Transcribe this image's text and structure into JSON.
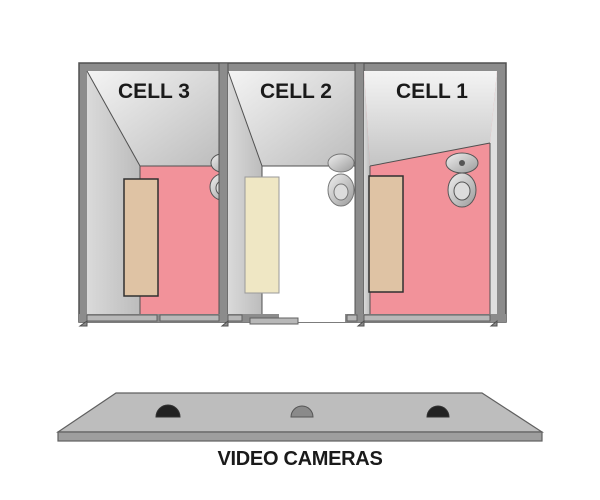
{
  "cells": [
    {
      "label": "CELL 3",
      "floor_color": "#f2929a",
      "bench_color": "#dfc3a4",
      "occupied": true
    },
    {
      "label": "CELL 2",
      "floor_color": "#ffffff",
      "bench_color": "#efe7c4",
      "occupied": false
    },
    {
      "label": "CELL 1",
      "floor_color": "#f2929a",
      "bench_color": "#dfc3a4",
      "occupied": true
    }
  ],
  "caption": "VIDEO CAMERAS",
  "colors": {
    "wall": "#8c8c8c",
    "frame_outline": "#505050",
    "ceiling_light": "#f2f2f2",
    "ceiling_dark": "#bfbfbf",
    "camera_active": "#222222",
    "camera_inactive": "#8a8a8a",
    "camera_bar": "#bdbdbd"
  },
  "cameras": [
    {
      "icon": "camera-dome-icon",
      "active": true
    },
    {
      "icon": "camera-dome-icon",
      "active": false
    },
    {
      "icon": "camera-dome-icon",
      "active": true
    }
  ]
}
